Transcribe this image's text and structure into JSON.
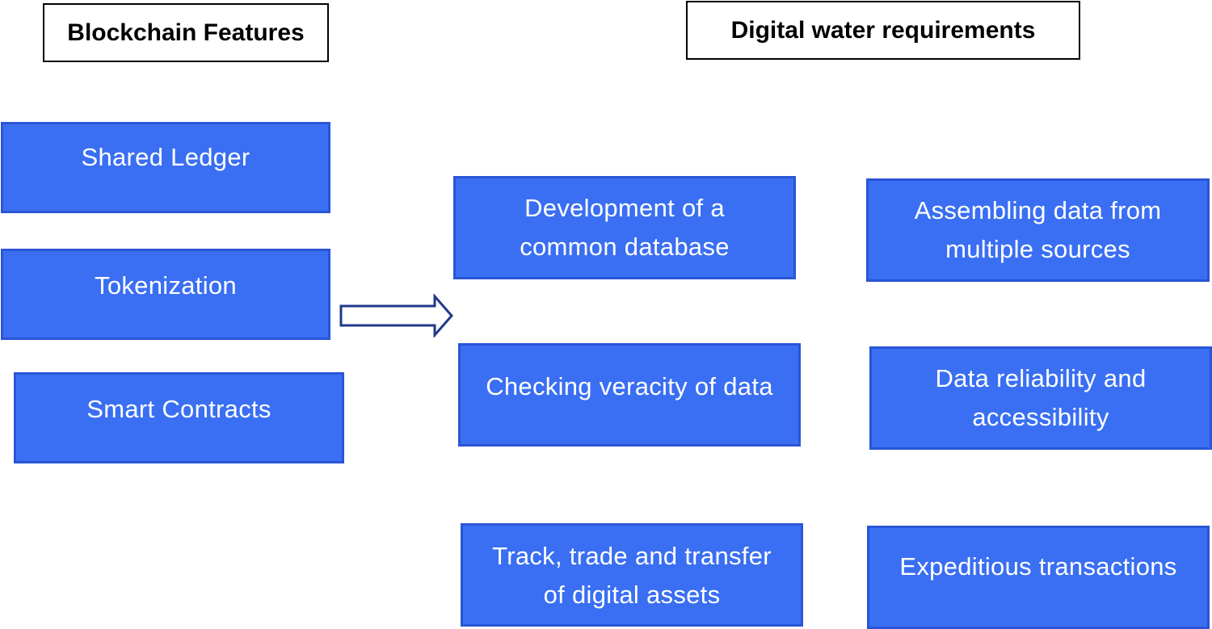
{
  "headers": {
    "left": "Blockchain Features",
    "right": "Digital water requirements"
  },
  "blockchain_features": [
    "Shared Ledger",
    "Tokenization",
    "Smart Contracts"
  ],
  "requirements_left": [
    "Development of a\ncommon database",
    "Checking veracity of data",
    "Track, trade and transfer\nof digital assets"
  ],
  "requirements_right": [
    "Assembling data from\nmultiple sources",
    "Data reliability and\naccessibility",
    "Expeditious transactions"
  ],
  "colors": {
    "box_fill": "#3a6ff3",
    "box_border": "#2a55d6",
    "arrow": "#1f3a8a"
  }
}
